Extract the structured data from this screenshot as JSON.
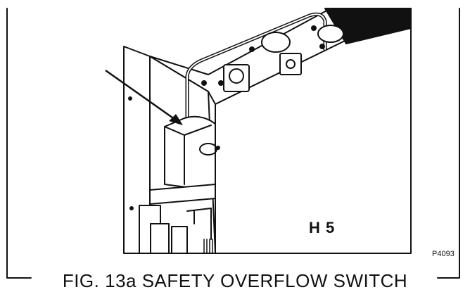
{
  "diagram": {
    "label": "H 5",
    "code": "P4093",
    "caption": "FIG. 13a SAFETY OVERFLOW SWITCH"
  }
}
